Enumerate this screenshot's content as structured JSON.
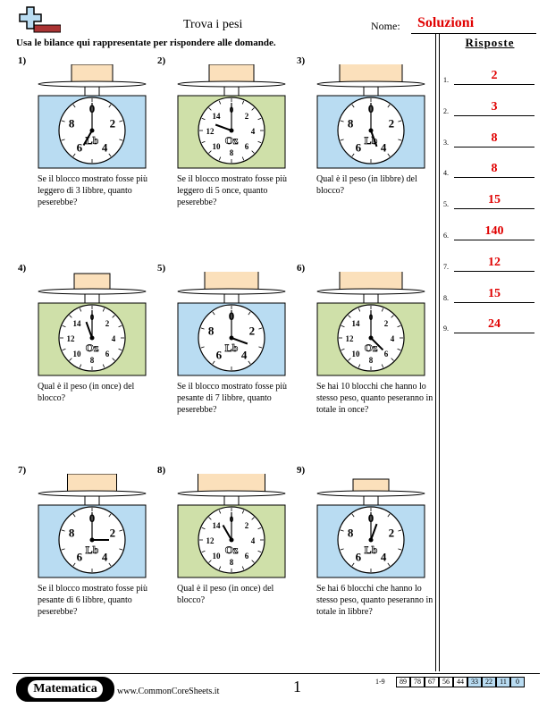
{
  "header": {
    "title": "Trova i pesi",
    "name_label": "Nome:",
    "solutions_label": "Soluzioni"
  },
  "instructions": "Usa le bilance qui rappresentate per rispondere alle domande.",
  "colors": {
    "blue_scale": "#b9dcf2",
    "green_scale": "#cfe0a9",
    "block": "#fbe0bb",
    "answer_red": "#e00000"
  },
  "answers": {
    "title": "Risposte",
    "items": [
      {
        "n": "1.",
        "v": "2"
      },
      {
        "n": "2.",
        "v": "3"
      },
      {
        "n": "3.",
        "v": "8"
      },
      {
        "n": "4.",
        "v": "8"
      },
      {
        "n": "5.",
        "v": "15"
      },
      {
        "n": "6.",
        "v": "140"
      },
      {
        "n": "7.",
        "v": "12"
      },
      {
        "n": "8.",
        "v": "15"
      },
      {
        "n": "9.",
        "v": "24"
      }
    ]
  },
  "problems": [
    {
      "num": "1)",
      "unit": "Lb",
      "text": "Se il blocco mostrato fosse più leggero di 3 libbre, quanto peserebbe?"
    },
    {
      "num": "2)",
      "unit": "Oz",
      "text": "Se il blocco mostrato fosse più leggero di 5 once, quanto peserebbe?"
    },
    {
      "num": "3)",
      "unit": "Lb",
      "text": "Qual è il peso (in libbre) del blocco?"
    },
    {
      "num": "4)",
      "unit": "Oz",
      "text": "Qual è il peso (in once) del blocco?"
    },
    {
      "num": "5)",
      "unit": "Lb",
      "text": "Se il blocco mostrato fosse più pesante di 7 libbre, quanto peserebbe?"
    },
    {
      "num": "6)",
      "unit": "Oz",
      "text": "Se hai 10 blocchi che hanno lo stesso peso, quanto peseranno in totale in once?"
    },
    {
      "num": "7)",
      "unit": "Lb",
      "text": "Se il blocco mostrato fosse più pesante di 6 libbre, quanto peserebbe?"
    },
    {
      "num": "8)",
      "unit": "Oz",
      "text": "Qual è il peso (in once) del blocco?"
    },
    {
      "num": "9)",
      "unit": "Lb",
      "text": "Se hai 6 blocchi che hanno lo stesso peso, quanto peseranno in totale in libbre?"
    }
  ],
  "dial_labels": {
    "lb": [
      "0",
      "2",
      "4",
      "6",
      "8"
    ],
    "oz": [
      "0",
      "2",
      "4",
      "6",
      "8",
      "10",
      "12",
      "14"
    ]
  },
  "footer": {
    "brand": "Matematica",
    "site": "www.CommonCoreSheets.it",
    "page": "1",
    "score_label": "1-9",
    "scores": [
      "89",
      "78",
      "67",
      "56",
      "44",
      "33",
      "22",
      "11",
      "0"
    ]
  }
}
